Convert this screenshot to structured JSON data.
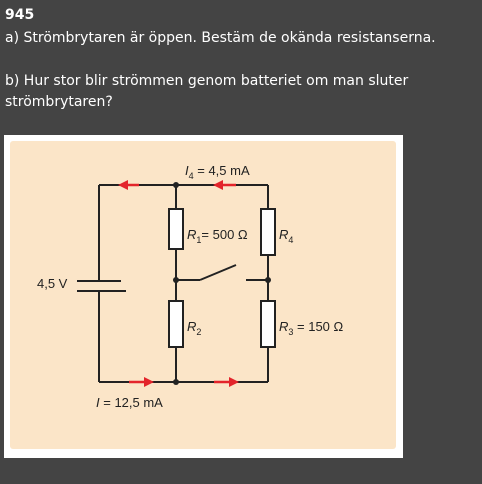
{
  "problem": {
    "number": "945",
    "part_a": "a) Strömbrytaren är öppen. Bestäm de okända resistanserna.",
    "part_b": "b) Hur stor blir strömmen genom batteriet om man sluter strömbrytaren?"
  },
  "circuit": {
    "i4_label": {
      "sym": "I",
      "sub": "4",
      "rest": " = 4,5 mA"
    },
    "r1_label": {
      "sym": "R",
      "sub": "1",
      "rest": "= 500 Ω"
    },
    "r4_label": {
      "sym": "R",
      "sub": "4",
      "rest": ""
    },
    "r2_label": {
      "sym": "R",
      "sub": "2",
      "rest": ""
    },
    "r3_label": {
      "sym": "R",
      "sub": "3",
      "rest": " = 150 Ω"
    },
    "battery_label": "4,5 V",
    "i_label": {
      "sym": "I",
      "rest": " = 12,5 mA"
    },
    "colors": {
      "wire": "#222222",
      "arrow": "#e3242b",
      "panel": "#fbe5c8"
    }
  }
}
